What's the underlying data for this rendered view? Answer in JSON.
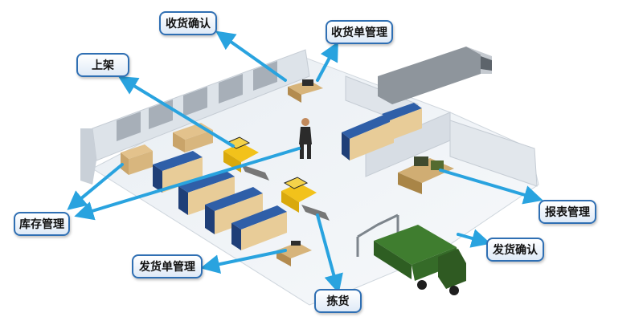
{
  "labels": {
    "receipt_confirm": "收货确认",
    "receipt_order_mgmt": "收货单管理",
    "shelving": "上架",
    "inventory_mgmt": "库存管理",
    "report_mgmt": "报表管理",
    "ship_confirm": "发货确认",
    "ship_order_mgmt": "发货单管理",
    "picking": "拣货"
  },
  "colors": {
    "arrow": "#29a3df",
    "label_border": "#2f6fb3"
  }
}
